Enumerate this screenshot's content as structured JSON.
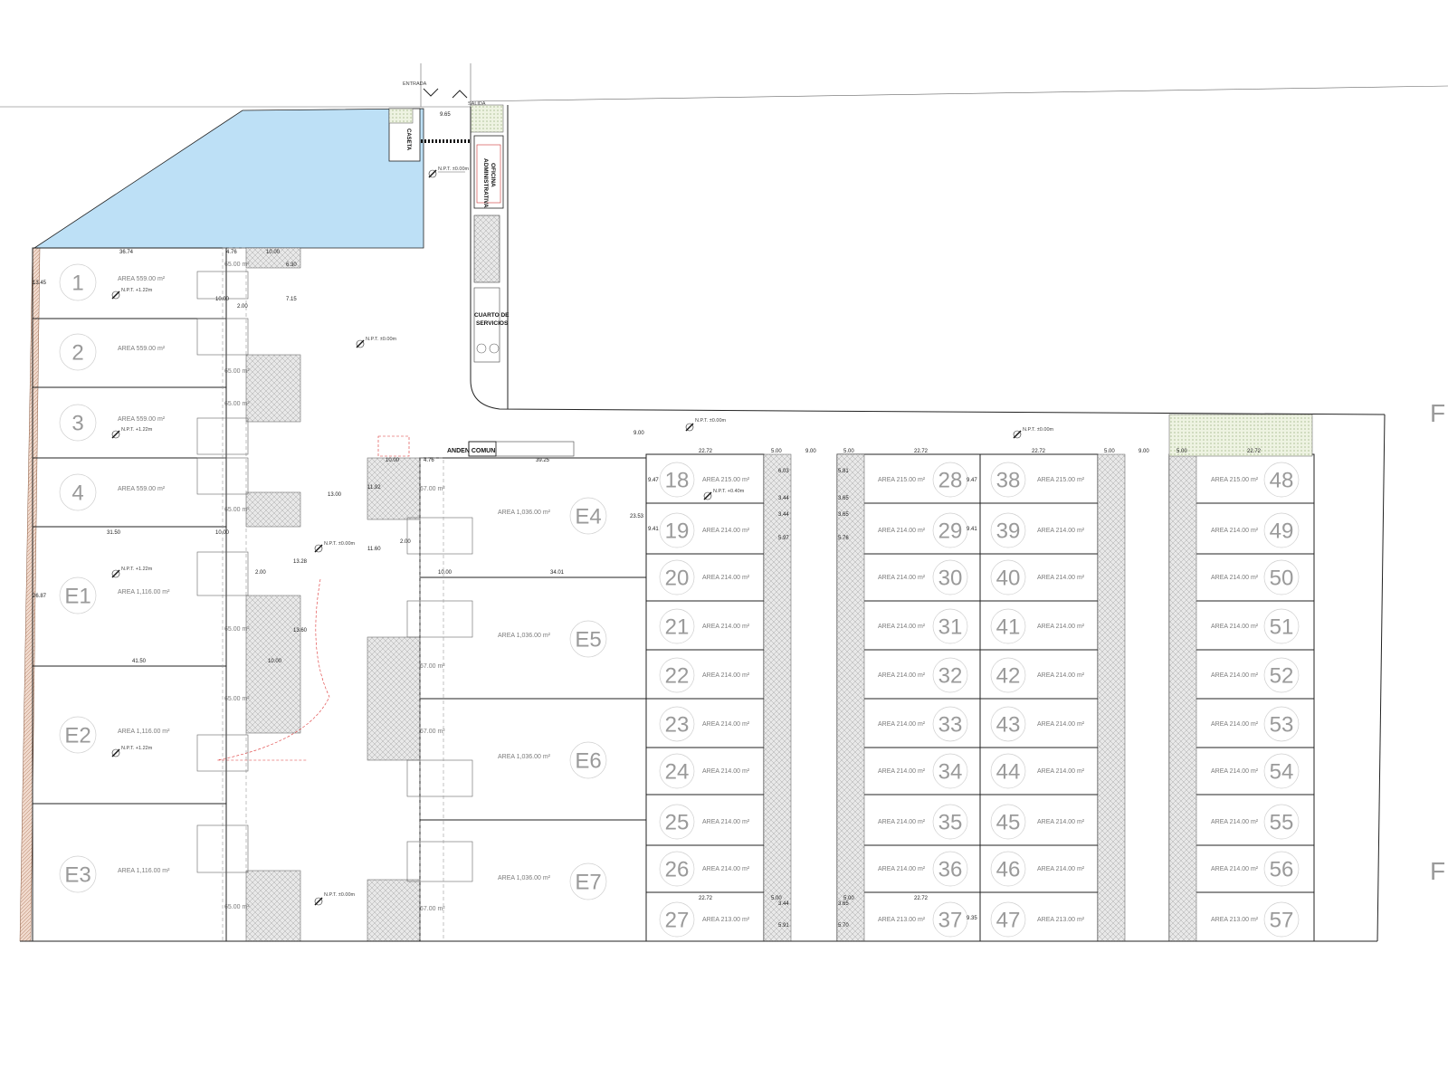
{
  "labels": {
    "entrada": "ENTRADA",
    "salida": "SALIDA",
    "oficina": [
      "OFICINA",
      "ADMINISTRATIVA"
    ],
    "caseta": "CASETA",
    "cuarto": [
      "CUARTO DE",
      "SERVICIOS"
    ],
    "anden": "ANDEN COMUN",
    "edge_mark": "F"
  },
  "levels": {
    "npt0": "N.P.T. ±0.00m",
    "npt122": "N.P.T. +1.22m",
    "npt040": "N.P.T. +0.40m"
  },
  "dims": {
    "gate": "9.65",
    "road": "9.00",
    "d3674": "36.74",
    "d476": "4.76",
    "d1000": "10.00",
    "d630": "6.30",
    "d1345": "13.45",
    "d200": "2.00",
    "d715": "7.15",
    "d3150": "31.50",
    "d1300": "13.00",
    "d1328": "13.28",
    "d1160": "11.60",
    "d1192": "11.92",
    "d2687": "26.87",
    "d1360": "13.60",
    "d4150": "41.50",
    "d3925": "39.25",
    "d3401": "34.01",
    "d2353": "23.53",
    "d2272": "22.72",
    "d500": "5.00",
    "d947": "9.47",
    "d941": "9.41",
    "d603": "6.03",
    "d344": "3.44",
    "d597": "5.97",
    "d581": "5.81",
    "d365": "3.65",
    "d576": "5.76",
    "d591": "5.91",
    "d570": "5.70",
    "d935": "9.35"
  },
  "small_areas": {
    "a65": "65.00 m²",
    "a67": "67.00 m²"
  },
  "lots_left": [
    {
      "id": "1",
      "area": "AREA 559.00 m²"
    },
    {
      "id": "2",
      "area": "AREA 559.00 m²"
    },
    {
      "id": "3",
      "area": "AREA 559.00 m²"
    },
    {
      "id": "4",
      "area": "AREA 559.00 m²"
    },
    {
      "id": "E1",
      "area": "AREA 1,116.00 m²"
    },
    {
      "id": "E2",
      "area": "AREA 1,116.00 m²"
    },
    {
      "id": "E3",
      "area": "AREA 1,116.00 m²"
    }
  ],
  "lots_center": [
    {
      "id": "E4",
      "area": "AREA 1,036.00 m²"
    },
    {
      "id": "E5",
      "area": "AREA 1,036.00 m²"
    },
    {
      "id": "E6",
      "area": "AREA 1,036.00 m²"
    },
    {
      "id": "E7",
      "area": "AREA 1,036.00 m²"
    }
  ],
  "lots_col_a": [
    {
      "id": "18",
      "area": "AREA 215.00 m²"
    },
    {
      "id": "19",
      "area": "AREA 214.00 m²"
    },
    {
      "id": "20",
      "area": "AREA 214.00 m²"
    },
    {
      "id": "21",
      "area": "AREA 214.00 m²"
    },
    {
      "id": "22",
      "area": "AREA 214.00 m²"
    },
    {
      "id": "23",
      "area": "AREA 214.00 m²"
    },
    {
      "id": "24",
      "area": "AREA 214.00 m²"
    },
    {
      "id": "25",
      "area": "AREA 214.00 m²"
    },
    {
      "id": "26",
      "area": "AREA 214.00 m²"
    },
    {
      "id": "27",
      "area": "AREA 213.00 m²"
    }
  ],
  "lots_col_b": [
    {
      "id": "28",
      "area": "AREA 215.00 m²"
    },
    {
      "id": "29",
      "area": "AREA 214.00 m²"
    },
    {
      "id": "30",
      "area": "AREA 214.00 m²"
    },
    {
      "id": "31",
      "area": "AREA 214.00 m²"
    },
    {
      "id": "32",
      "area": "AREA 214.00 m²"
    },
    {
      "id": "33",
      "area": "AREA 214.00 m²"
    },
    {
      "id": "34",
      "area": "AREA 214.00 m²"
    },
    {
      "id": "35",
      "area": "AREA 214.00 m²"
    },
    {
      "id": "36",
      "area": "AREA 214.00 m²"
    },
    {
      "id": "37",
      "area": "AREA 213.00 m²"
    }
  ],
  "lots_col_c": [
    {
      "id": "38",
      "area": "AREA 215.00 m²"
    },
    {
      "id": "39",
      "area": "AREA 214.00 m²"
    },
    {
      "id": "40",
      "area": "AREA 214.00 m²"
    },
    {
      "id": "41",
      "area": "AREA 214.00 m²"
    },
    {
      "id": "42",
      "area": "AREA 214.00 m²"
    },
    {
      "id": "43",
      "area": "AREA 214.00 m²"
    },
    {
      "id": "44",
      "area": "AREA 214.00 m²"
    },
    {
      "id": "45",
      "area": "AREA 214.00 m²"
    },
    {
      "id": "46",
      "area": "AREA 214.00 m²"
    },
    {
      "id": "47",
      "area": "AREA 213.00 m²"
    }
  ],
  "lots_col_d": [
    {
      "id": "48",
      "area": "AREA 215.00 m²"
    },
    {
      "id": "49",
      "area": "AREA 214.00 m²"
    },
    {
      "id": "50",
      "area": "AREA 214.00 m²"
    },
    {
      "id": "51",
      "area": "AREA 214.00 m²"
    },
    {
      "id": "52",
      "area": "AREA 214.00 m²"
    },
    {
      "id": "53",
      "area": "AREA 214.00 m²"
    },
    {
      "id": "54",
      "area": "AREA 214.00 m²"
    },
    {
      "id": "55",
      "area": "AREA 214.00 m²"
    },
    {
      "id": "56",
      "area": "AREA 214.00 m²"
    },
    {
      "id": "57",
      "area": "AREA 213.00 m²"
    }
  ],
  "colors": {
    "parking_fill": "#bde0f6",
    "green_fill": "#e7f0d8",
    "hatch_fill": "#d8d8d8",
    "wall_fill": "#e6c8b8"
  }
}
